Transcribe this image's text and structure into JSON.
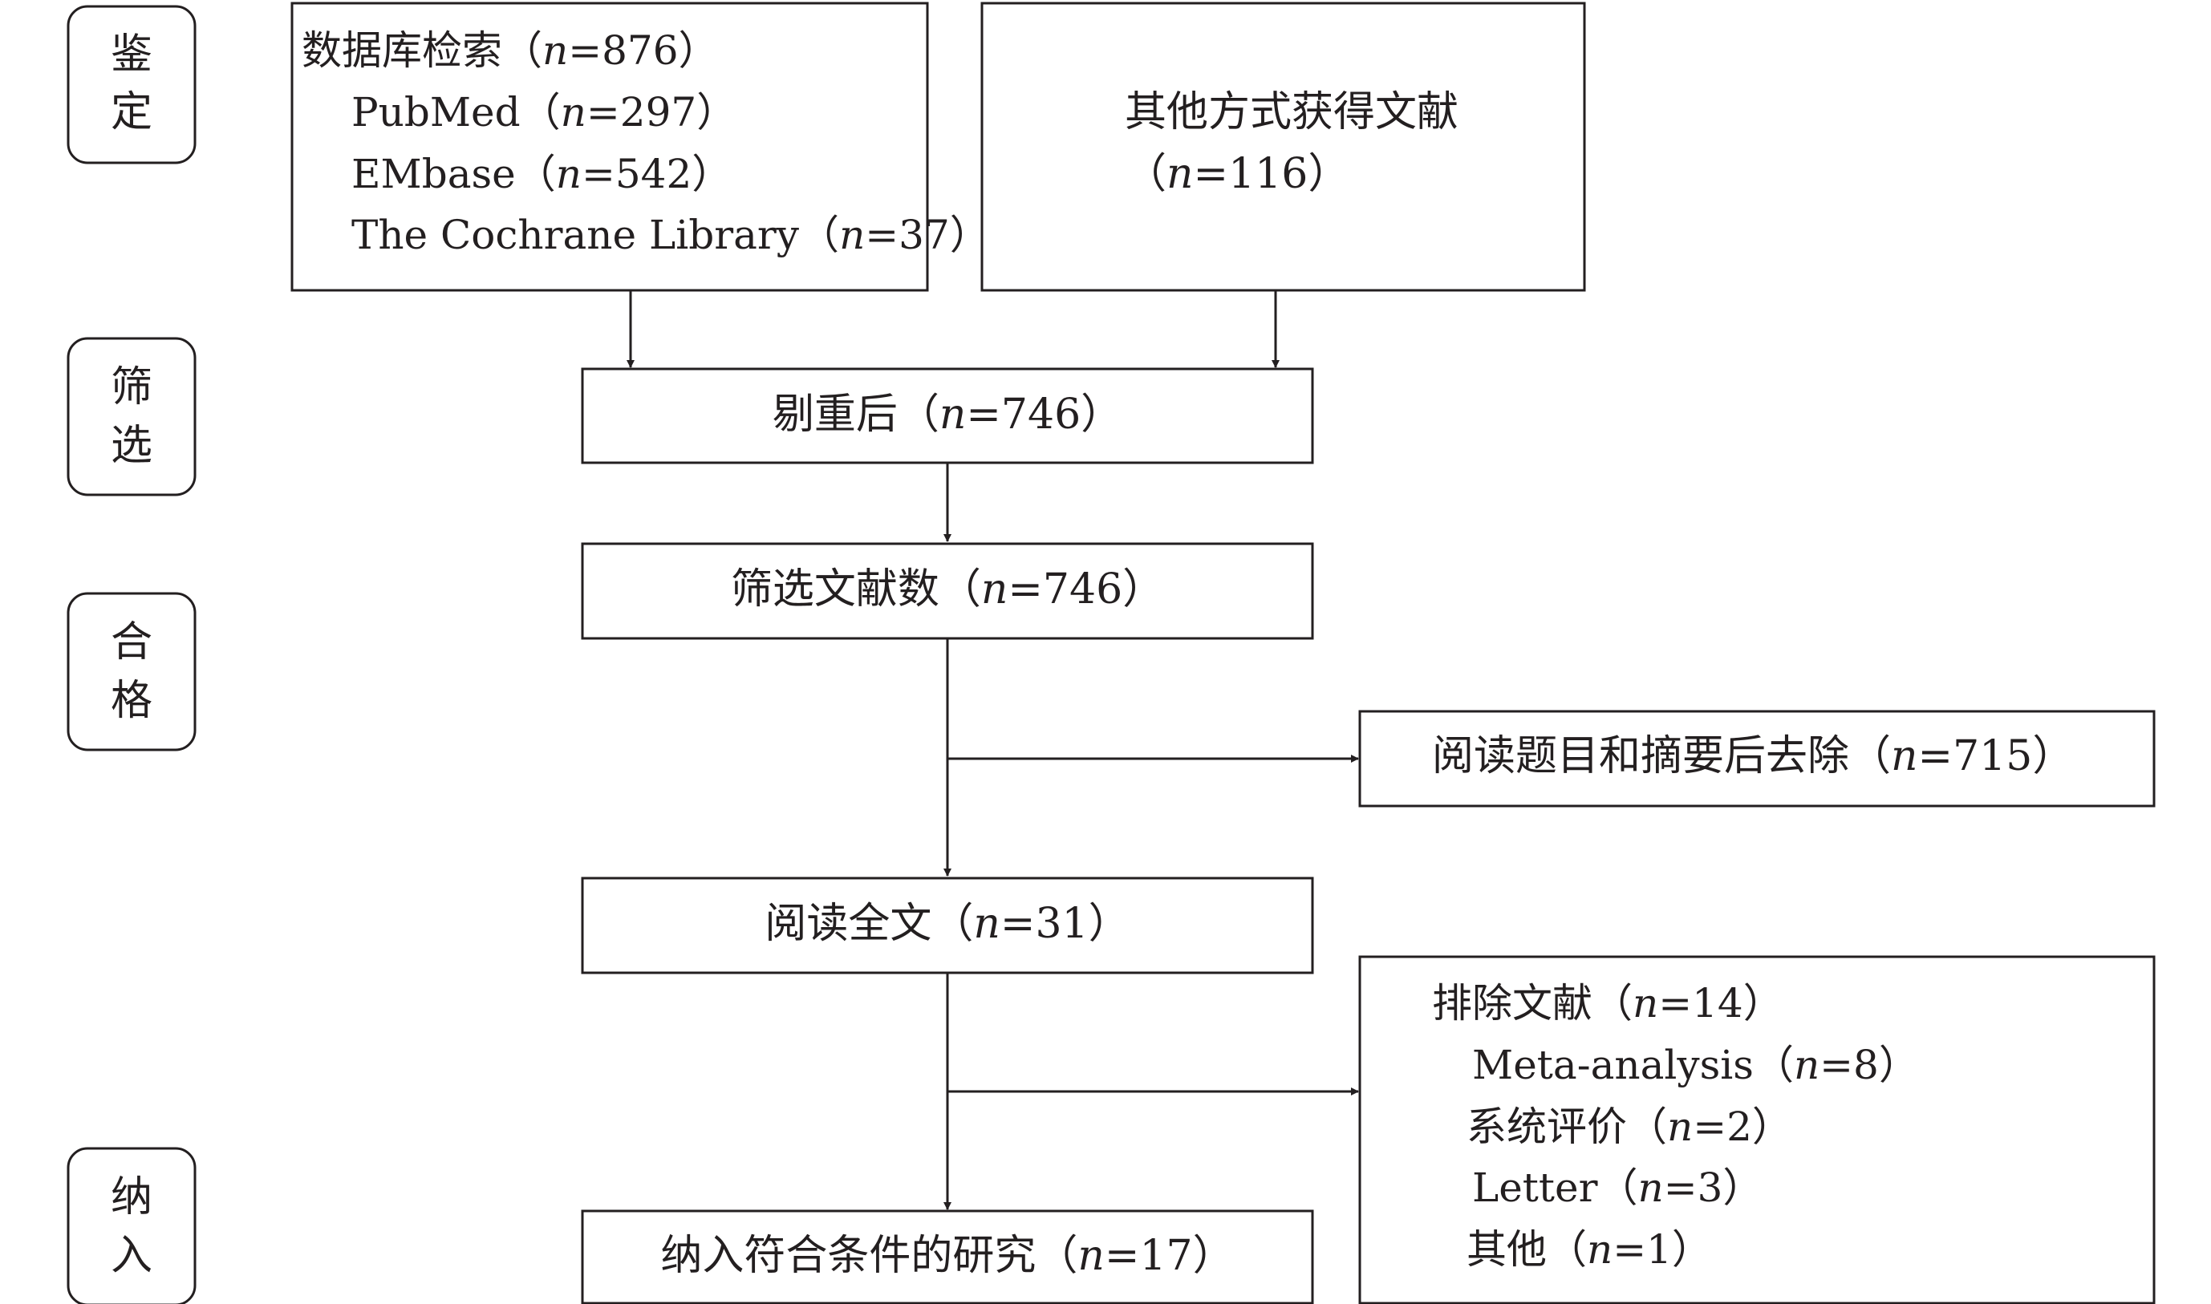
{
  "stages": [
    {
      "id": "identification",
      "chars": [
        "鉴",
        "定"
      ]
    },
    {
      "id": "screening",
      "chars": [
        "筛",
        "选"
      ]
    },
    {
      "id": "eligibility",
      "chars": [
        "合",
        "格"
      ]
    },
    {
      "id": "included",
      "chars": [
        "纳",
        "入"
      ]
    }
  ],
  "nodes": {
    "database": {
      "label": "数据库检索（",
      "n": "n",
      "value": "=876）",
      "sources": [
        {
          "name": "PubMed（",
          "value": "=297）"
        },
        {
          "name": "EMbase（",
          "value": "=542）"
        },
        {
          "name": "The Cochrane Library（",
          "value": "=37）"
        }
      ]
    },
    "other": {
      "label": "其他方式获得文献",
      "prefix": "（",
      "n": "n",
      "value": "=116）"
    },
    "dedup": {
      "label": "剔重后（",
      "n": "n",
      "value": "=746）"
    },
    "screened": {
      "label": "筛选文献数（",
      "n": "n",
      "value": "=746）"
    },
    "excluded_title": {
      "label": "阅读题目和摘要后去除（",
      "n": "n",
      "value": "=715）"
    },
    "fulltext": {
      "label": "阅读全文（",
      "n": "n",
      "value": "=31）"
    },
    "excluded_full": {
      "label": "排除文献（",
      "n": "n",
      "value": "=14）",
      "reasons": [
        {
          "name": "Meta-analysis（",
          "value": "=8）"
        },
        {
          "name": "系统评价（",
          "value": "=2）"
        },
        {
          "name": "Letter（",
          "value": "=3）"
        },
        {
          "name": "其他（",
          "value": "=1）"
        }
      ]
    },
    "included": {
      "label": "纳入符合条件的研究（",
      "n": "n",
      "value": "=17）"
    }
  },
  "edges": [
    {
      "from": "database",
      "to": "dedup"
    },
    {
      "from": "other",
      "to": "dedup"
    },
    {
      "from": "dedup",
      "to": "screened"
    },
    {
      "from": "screened",
      "to": "fulltext"
    },
    {
      "from": "screened",
      "to": "excluded_title"
    },
    {
      "from": "fulltext",
      "to": "included"
    },
    {
      "from": "fulltext",
      "to": "excluded_full"
    }
  ]
}
